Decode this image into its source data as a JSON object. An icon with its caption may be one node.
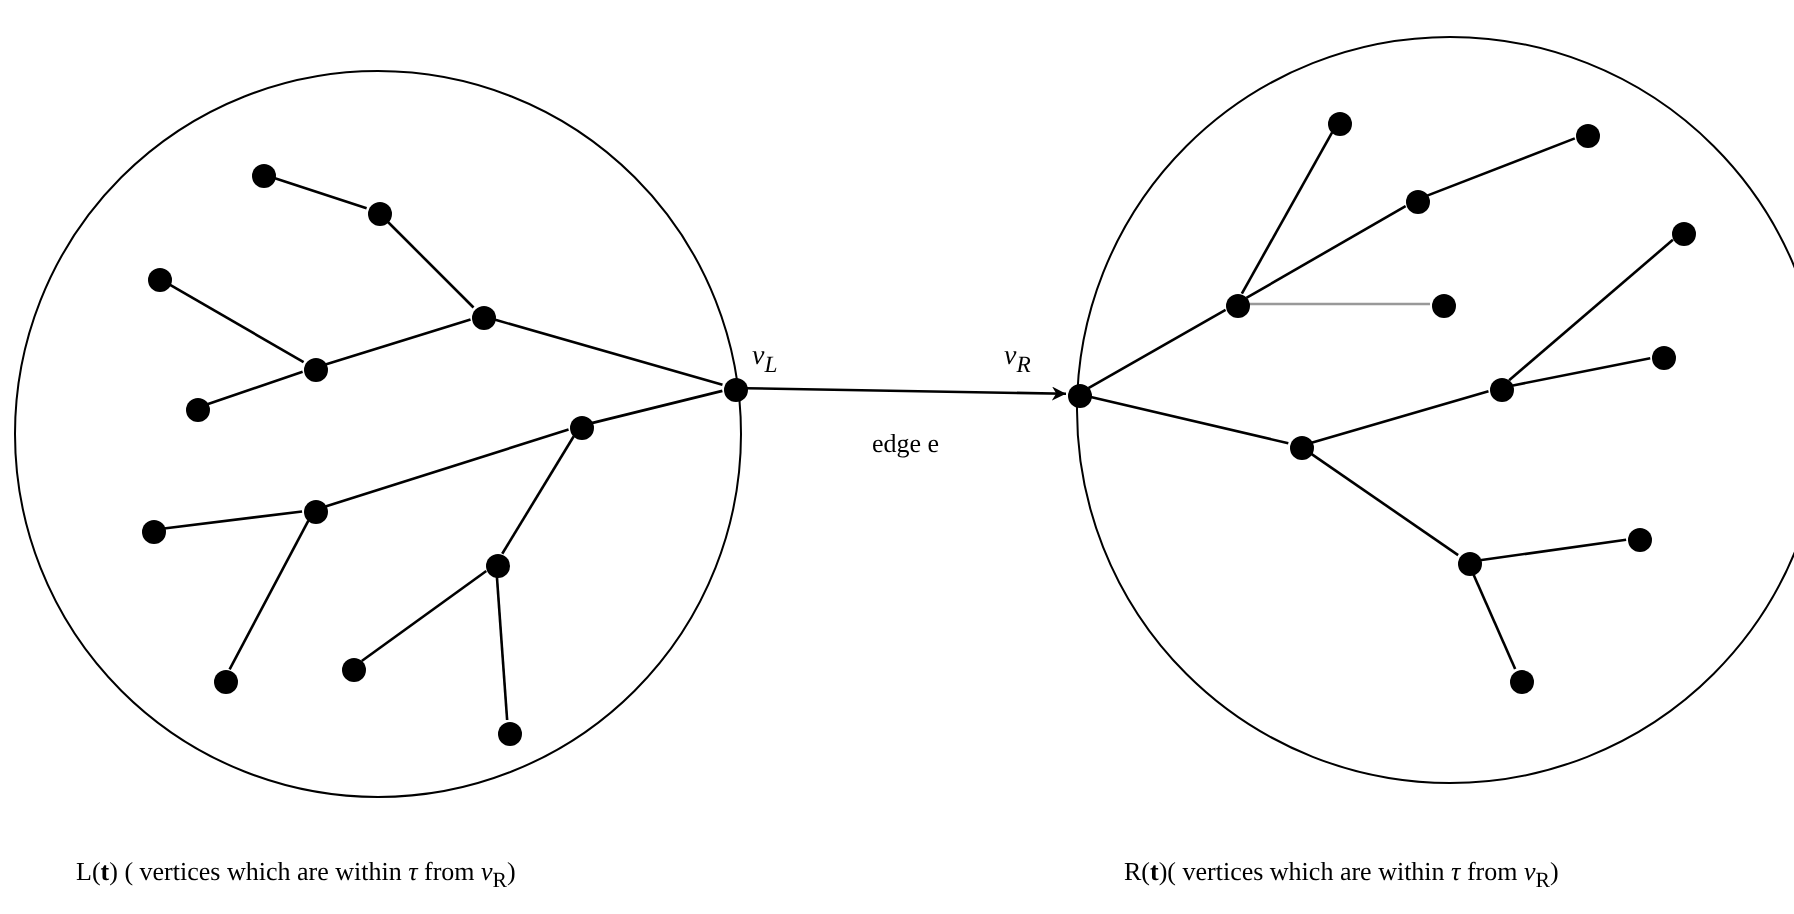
{
  "diagram": {
    "nodes": [
      {
        "text": [],
        "shape": "circle",
        "beside": [
          "L(**t**) ( vertices which are within *τ* from *v*$_{R}$)"
        ]
      },
      {
        "text": [],
        "shape": "circle",
        "in": 0
      },
      {
        "text": [],
        "shape": "circle",
        "in": 0
      },
      {
        "text": [],
        "shape": "circle",
        "in": 0
      },
      {
        "text": [],
        "shape": "circle",
        "in": 0
      },
      {
        "text": [],
        "shape": "circle",
        "in": 0
      },
      {
        "text": [],
        "shape": "circle",
        "in": 0
      },
      {
        "text": [],
        "shape": "circle",
        "in": 0,
        "beside": [
          "v$_{L}$"
        ]
      },
      {
        "text": [],
        "shape": "circle",
        "in": 0
      },
      {
        "text": [],
        "shape": "circle",
        "in": 0
      },
      {
        "text": [],
        "shape": "circle",
        "in": 0
      },
      {
        "text": [],
        "shape": "circle",
        "in": 0
      },
      {
        "text": [],
        "shape": "circle",
        "in": 0
      },
      {
        "text": [],
        "shape": "circle",
        "in": 0
      },
      {
        "text": [],
        "shape": "circle",
        "in": 0
      },
      {
        "text": [],
        "shape": "circle",
        "beside": [
          "R(**t**)( vertices which are within *τ* from *v*$_{R}$)"
        ]
      },
      {
        "text": [],
        "shape": "circle",
        "in": 15,
        "beside": [
          "v$_{R}$"
        ]
      },
      {
        "text": [],
        "shape": "circle",
        "in": 15
      },
      {
        "text": [],
        "shape": "circle",
        "in": 15
      },
      {
        "text": [],
        "shape": "circle",
        "in": 15
      },
      {
        "text": [],
        "shape": "circle",
        "in": 15
      },
      {
        "text": [],
        "shape": "circle",
        "in": 15
      },
      {
        "text": [],
        "shape": "circle",
        "in": 15
      },
      {
        "text": [],
        "shape": "circle",
        "in": 15
      },
      {
        "text": [],
        "shape": "circle",
        "in": 15
      },
      {
        "text": [],
        "shape": "circle",
        "in": 15
      },
      {
        "text": [],
        "shape": "circle",
        "in": 15
      },
      {
        "text": [],
        "shape": "circle",
        "in": 15
      },
      {
        "text": [],
        "shape": "circle",
        "in": 15
      }
    ],
    "edges": [
      {
        "from": 1,
        "to": 2,
        "arrow": "none"
      },
      {
        "from": 2,
        "to": 3,
        "arrow": "none"
      },
      {
        "from": 3,
        "to": 7,
        "arrow": "none"
      },
      {
        "from": 4,
        "to": 5,
        "arrow": "none"
      },
      {
        "from": 5,
        "to": 3,
        "arrow": "none"
      },
      {
        "from": 6,
        "to": 5,
        "arrow": "none"
      },
      {
        "from": 7,
        "to": 8,
        "arrow": "none"
      },
      {
        "from": 8,
        "to": 10,
        "arrow": "none"
      },
      {
        "from": 9,
        "to": 10,
        "arrow": "none"
      },
      {
        "from": 10,
        "to": 12,
        "arrow": "none"
      },
      {
        "from": 8,
        "to": 11,
        "arrow": "none"
      },
      {
        "from": 11,
        "to": 13,
        "arrow": "none"
      },
      {
        "from": 11,
        "to": 14,
        "arrow": "none"
      },
      {
        "from": 7,
        "to": 16,
        "arrow": "to",
        "label": "edge e"
      },
      {
        "from": 16,
        "to": 21,
        "arrow": "none"
      },
      {
        "from": 21,
        "to": 17,
        "arrow": "none"
      },
      {
        "from": 21,
        "to": 19,
        "arrow": "none"
      },
      {
        "from": 19,
        "to": 18,
        "arrow": "none"
      },
      {
        "from": 21,
        "to": 22,
        "arrow": "none",
        "color": "#999999"
      },
      {
        "from": 16,
        "to": 25,
        "arrow": "none"
      },
      {
        "from": 25,
        "to": 24,
        "arrow": "none"
      },
      {
        "from": 24,
        "to": 23,
        "arrow": "none"
      },
      {
        "from": 24,
        "to": 20,
        "arrow": "none"
      },
      {
        "from": 25,
        "to": 27,
        "arrow": "none"
      },
      {
        "from": 27,
        "to": 26,
        "arrow": "none"
      },
      {
        "from": 27,
        "to": 28,
        "arrow": "none"
      }
    ]
  }
}
